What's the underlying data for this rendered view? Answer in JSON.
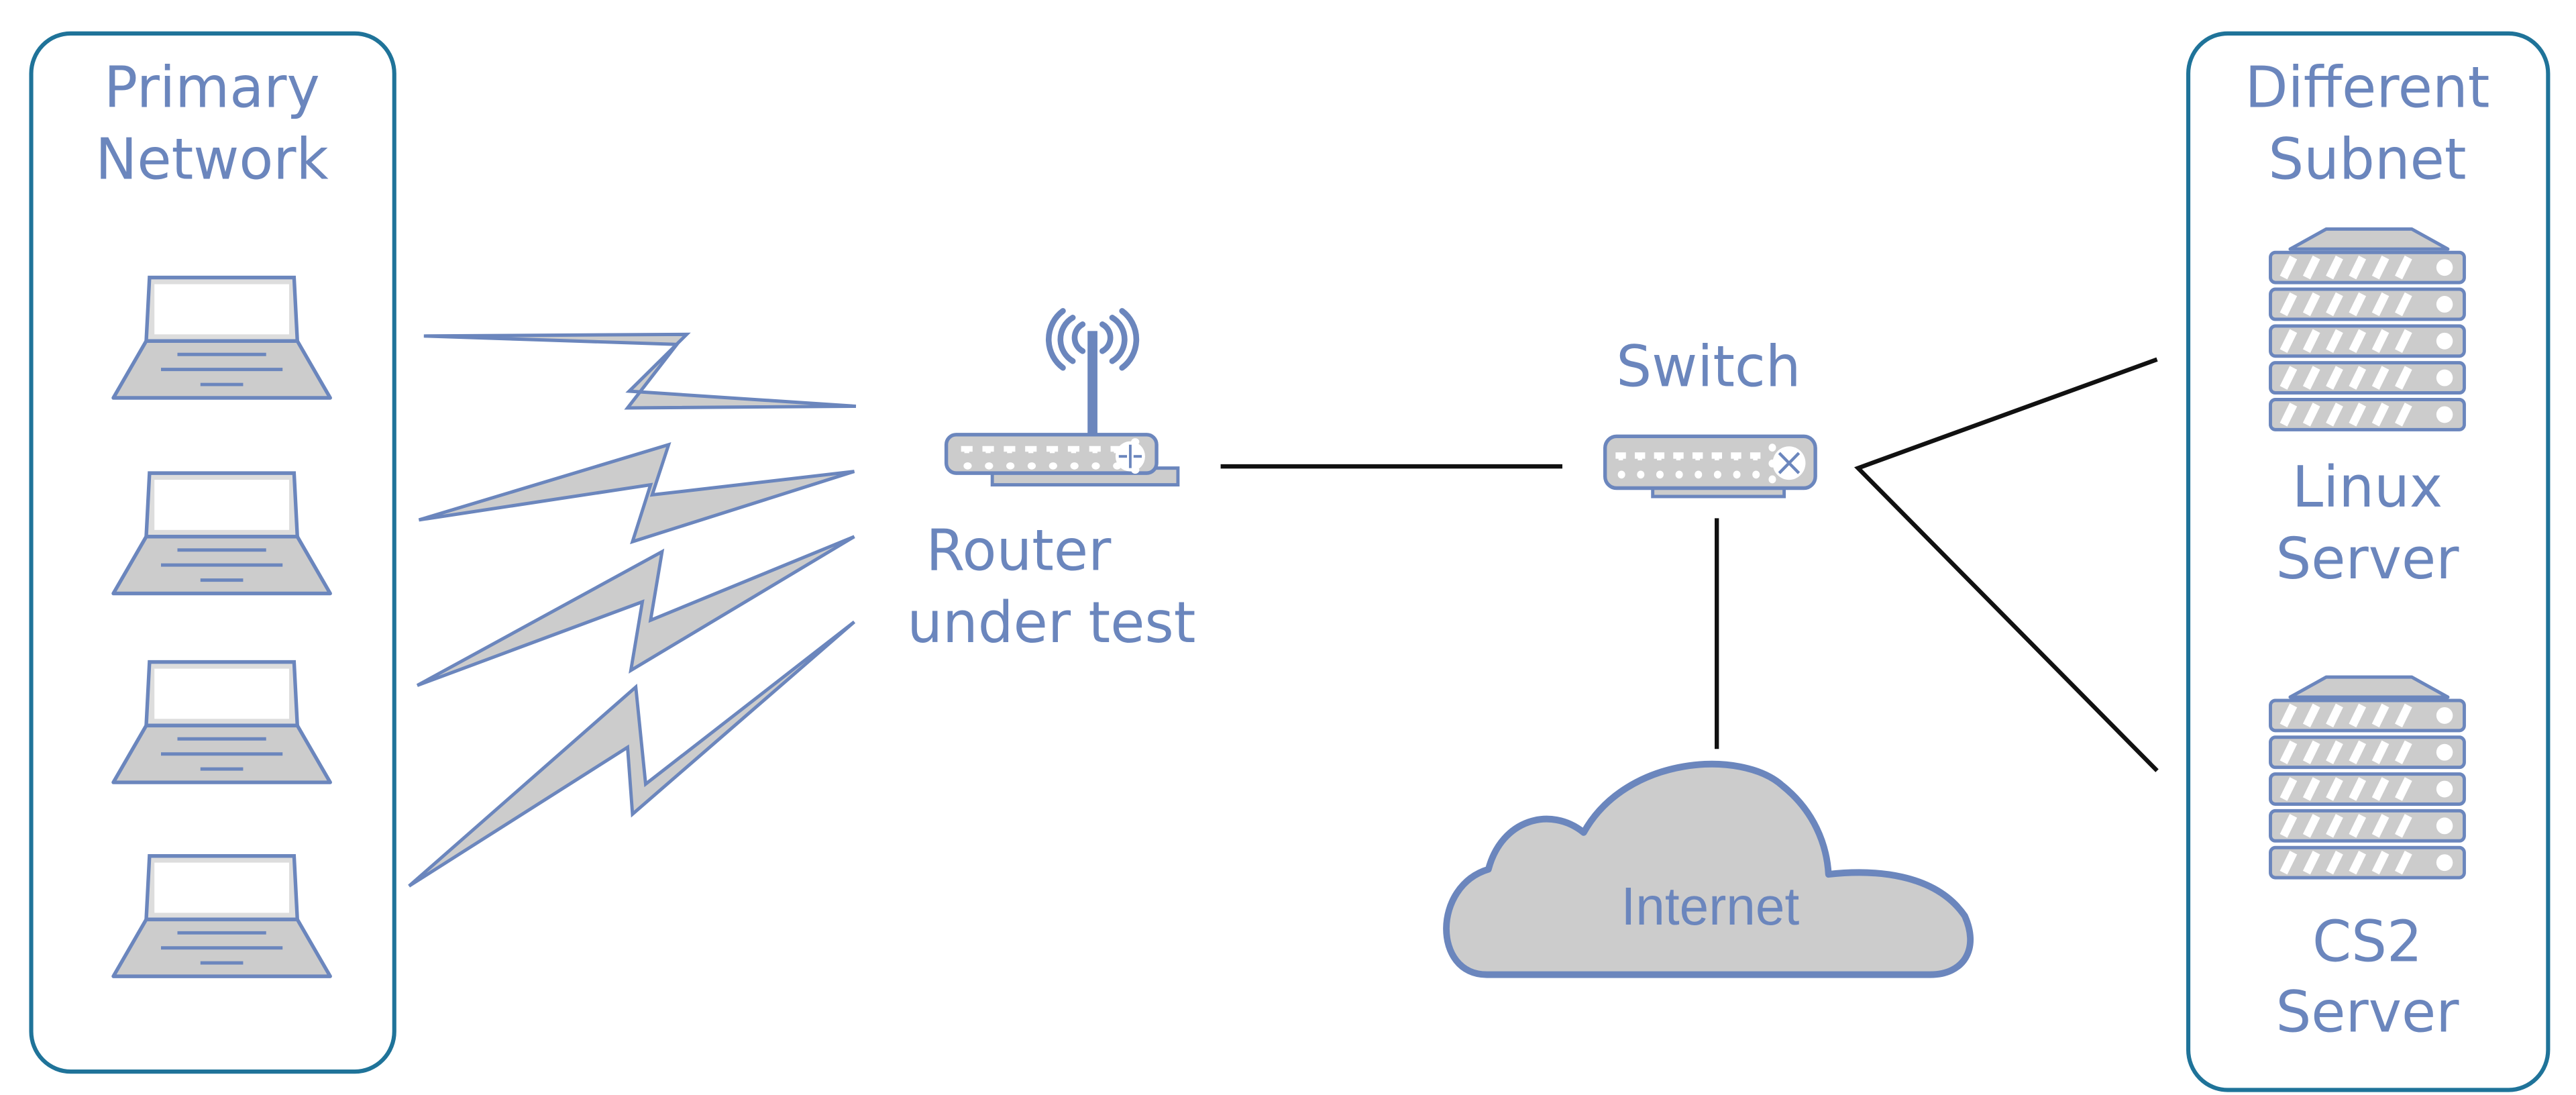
{
  "diagram": {
    "title": "Network test topology",
    "colors": {
      "label": "#6b86bd",
      "device_outline": "#6b86bd",
      "device_fill": "#cccccc",
      "group_border": "#1f7399",
      "wire": "#111111",
      "background": "#ffffff"
    },
    "groups": {
      "primary": {
        "label_line1": "Primary",
        "label_line2": "Network",
        "device_icon": "laptop-icon",
        "device_count": 4
      },
      "subnet": {
        "label_line1": "Different",
        "label_line2": "Subnet"
      }
    },
    "nodes": {
      "router": {
        "label_line1": "Router",
        "label_line2": "under test",
        "icon": "wifi-router-icon"
      },
      "switch": {
        "label": "Switch",
        "icon": "network-switch-icon"
      },
      "internet": {
        "label": "Internet",
        "icon": "cloud-icon"
      },
      "linux_server": {
        "label_line1": "Linux",
        "label_line2": "Server",
        "icon": "server-rack-icon"
      },
      "cs2_server": {
        "label_line1": "CS2",
        "label_line2": "Server",
        "icon": "server-rack-icon"
      }
    },
    "links": [
      {
        "from": "laptop-1",
        "to": "router",
        "type": "wireless"
      },
      {
        "from": "laptop-2",
        "to": "router",
        "type": "wireless"
      },
      {
        "from": "laptop-3",
        "to": "router",
        "type": "wireless"
      },
      {
        "from": "laptop-4",
        "to": "router",
        "type": "wireless"
      },
      {
        "from": "router",
        "to": "switch",
        "type": "wired"
      },
      {
        "from": "switch",
        "to": "internet",
        "type": "wired"
      },
      {
        "from": "switch",
        "to": "linux_server",
        "type": "wired"
      },
      {
        "from": "switch",
        "to": "cs2_server",
        "type": "wired"
      }
    ]
  }
}
